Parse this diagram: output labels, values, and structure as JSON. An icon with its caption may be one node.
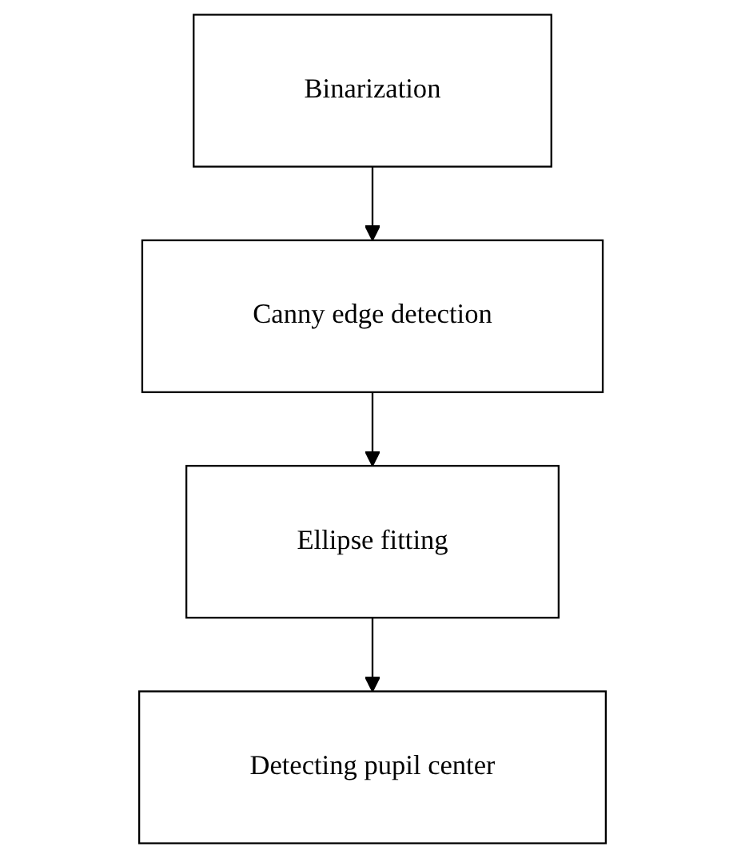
{
  "diagram": {
    "nodes": [
      {
        "text": [
          "Binarization"
        ]
      },
      {
        "text": [
          "Canny edge detection"
        ]
      },
      {
        "text": [
          "Ellipse fitting"
        ]
      },
      {
        "text": [
          "Detecting pupil center"
        ]
      }
    ],
    "edges": [
      {
        "from": 0,
        "to": 1,
        "arrow": "to"
      },
      {
        "from": 1,
        "to": 2,
        "arrow": "to"
      },
      {
        "from": 2,
        "to": 3,
        "arrow": "to"
      }
    ]
  }
}
